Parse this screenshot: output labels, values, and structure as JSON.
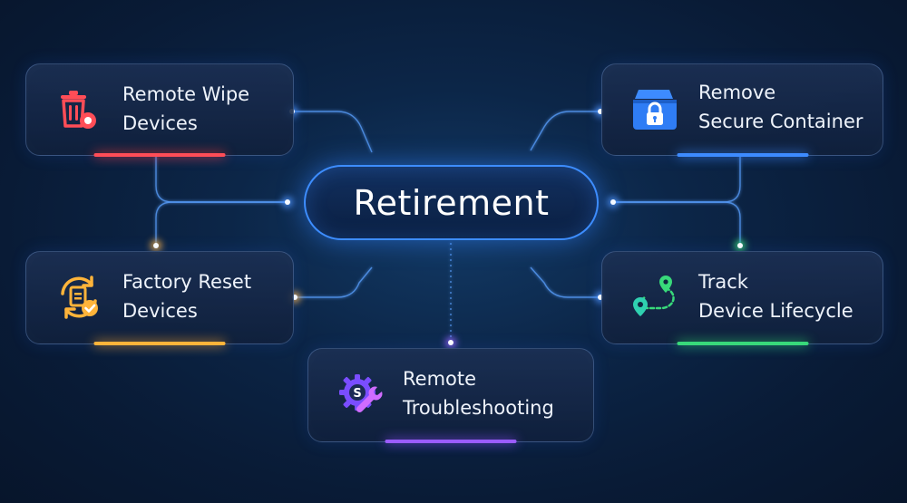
{
  "center": {
    "title": "Retirement"
  },
  "nodes": {
    "remote_wipe": {
      "line1": "Remote Wipe",
      "line2": "Devices",
      "icon": "trash-icon",
      "accent": "#ff4d57"
    },
    "remove_container": {
      "line1": "Remove",
      "line2": "Secure Container",
      "icon": "lock-container-icon",
      "accent": "#3d8bff"
    },
    "factory_reset": {
      "line1": "Factory Reset",
      "line2": "Devices",
      "icon": "reset-cycle-icon",
      "accent": "#ffb43a"
    },
    "track_lifecycle": {
      "line1": "Track",
      "line2": "Device Lifecycle",
      "icon": "map-pin-route-icon",
      "accent": "#38d97a"
    },
    "remote_troubleshooting": {
      "line1": "Remote",
      "line2": "Troubleshooting",
      "icon": "gear-wrench-icon",
      "accent": "#9b5cff"
    }
  }
}
